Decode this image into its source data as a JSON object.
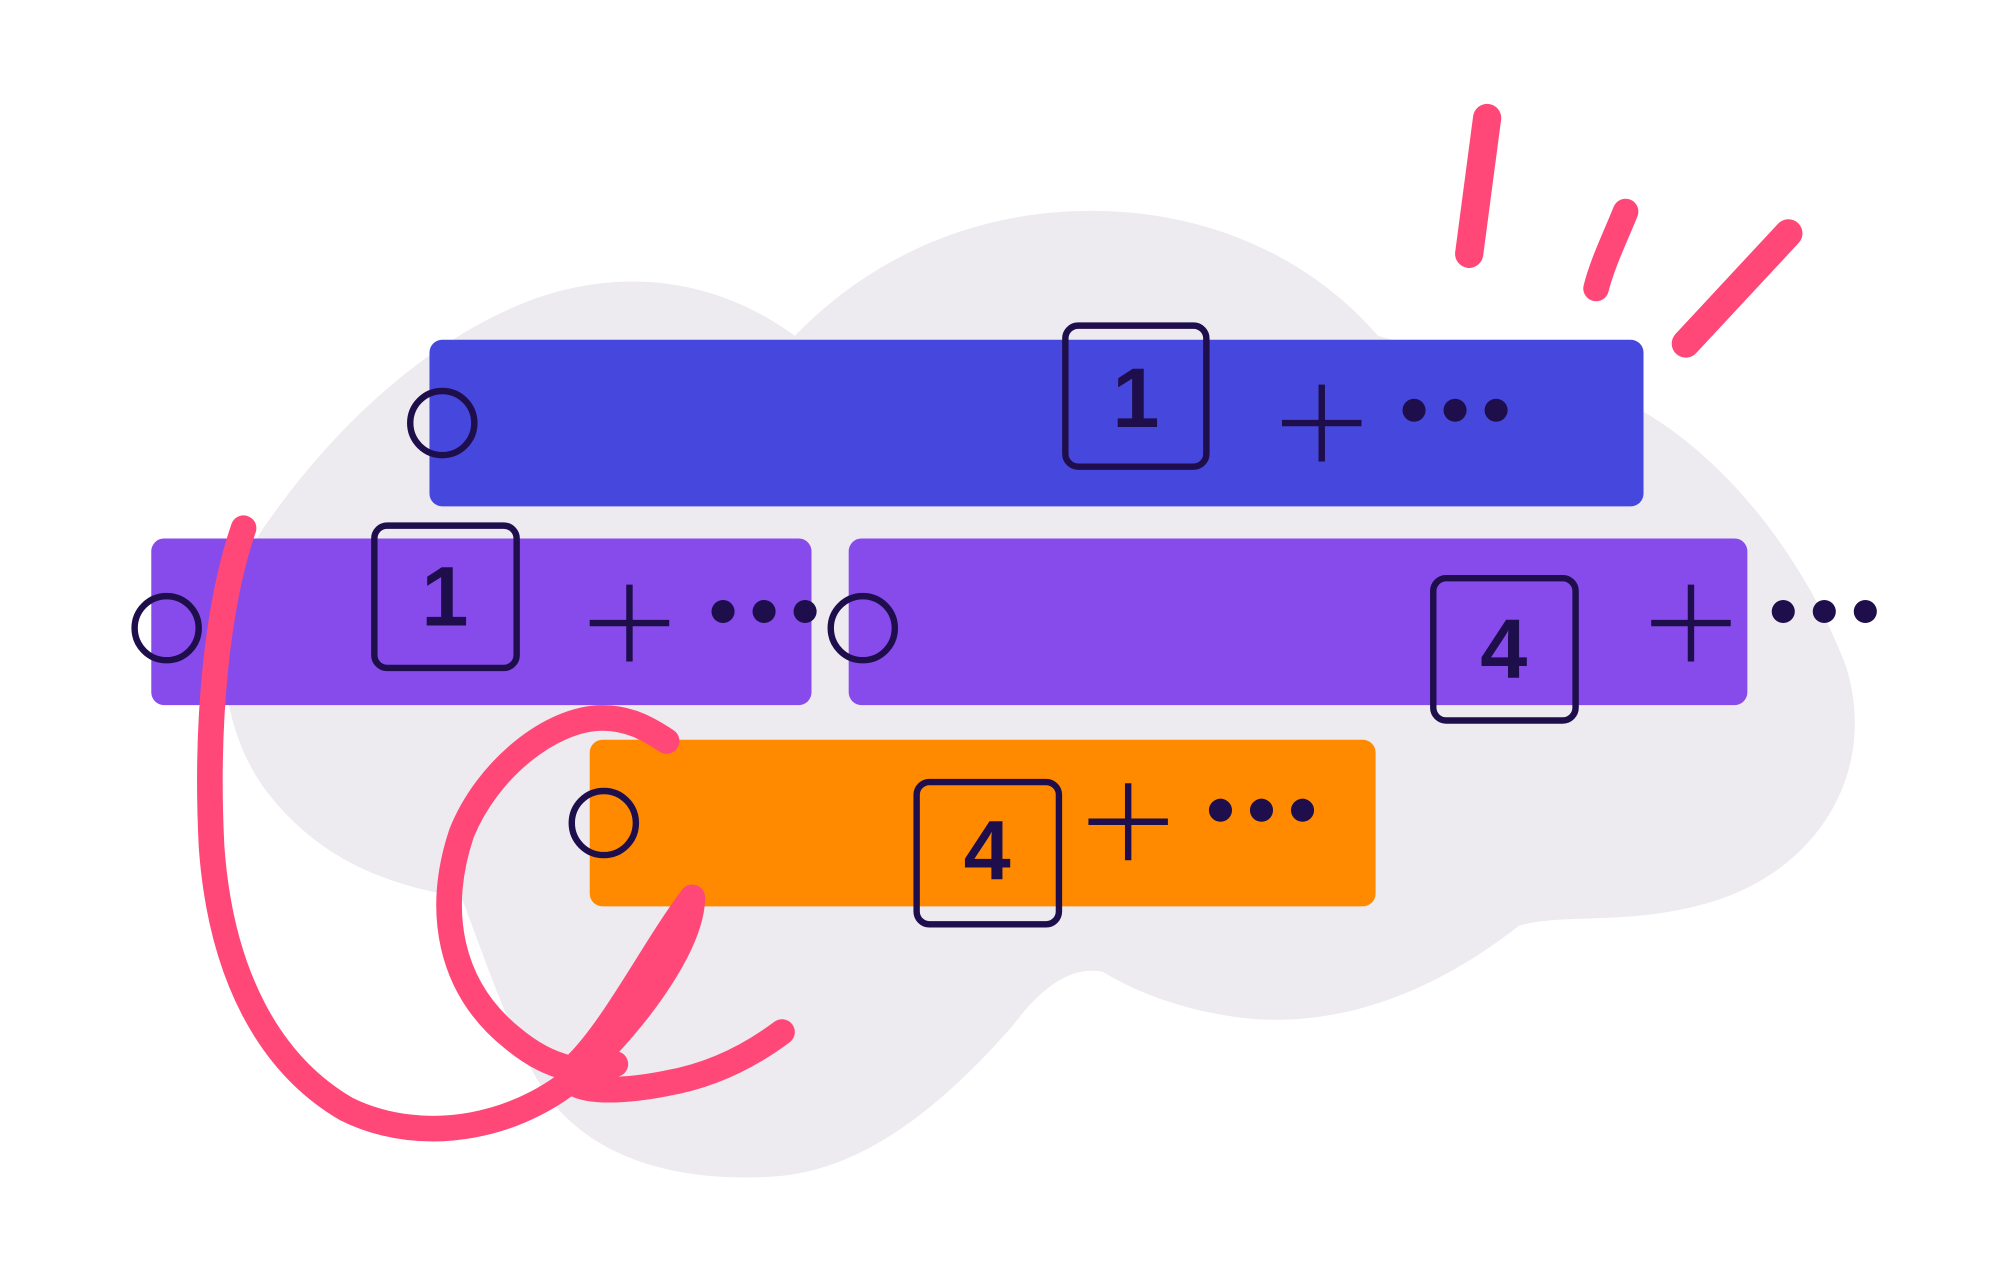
{
  "colors": {
    "background": "#ffffff",
    "blob": "#EDEBF0",
    "bar_blue": "#4648DD",
    "bar_purple": "#874BEB",
    "bar_orange": "#FF8A00",
    "outline": "#1E0E4B",
    "scribble": "#FF4778"
  },
  "bars": [
    {
      "color": "bar_blue",
      "badge": "1",
      "icons": [
        "circle-icon",
        "plus-icon",
        "more-icon"
      ]
    },
    {
      "color": "bar_purple",
      "badge": "1",
      "icons": [
        "circle-icon",
        "plus-icon",
        "more-icon"
      ]
    },
    {
      "color": "bar_purple",
      "badge": "4",
      "icons": [
        "circle-icon",
        "plus-icon",
        "more-icon"
      ]
    },
    {
      "color": "bar_orange",
      "badge": "4",
      "icons": [
        "circle-icon",
        "plus-icon",
        "more-icon"
      ]
    }
  ]
}
